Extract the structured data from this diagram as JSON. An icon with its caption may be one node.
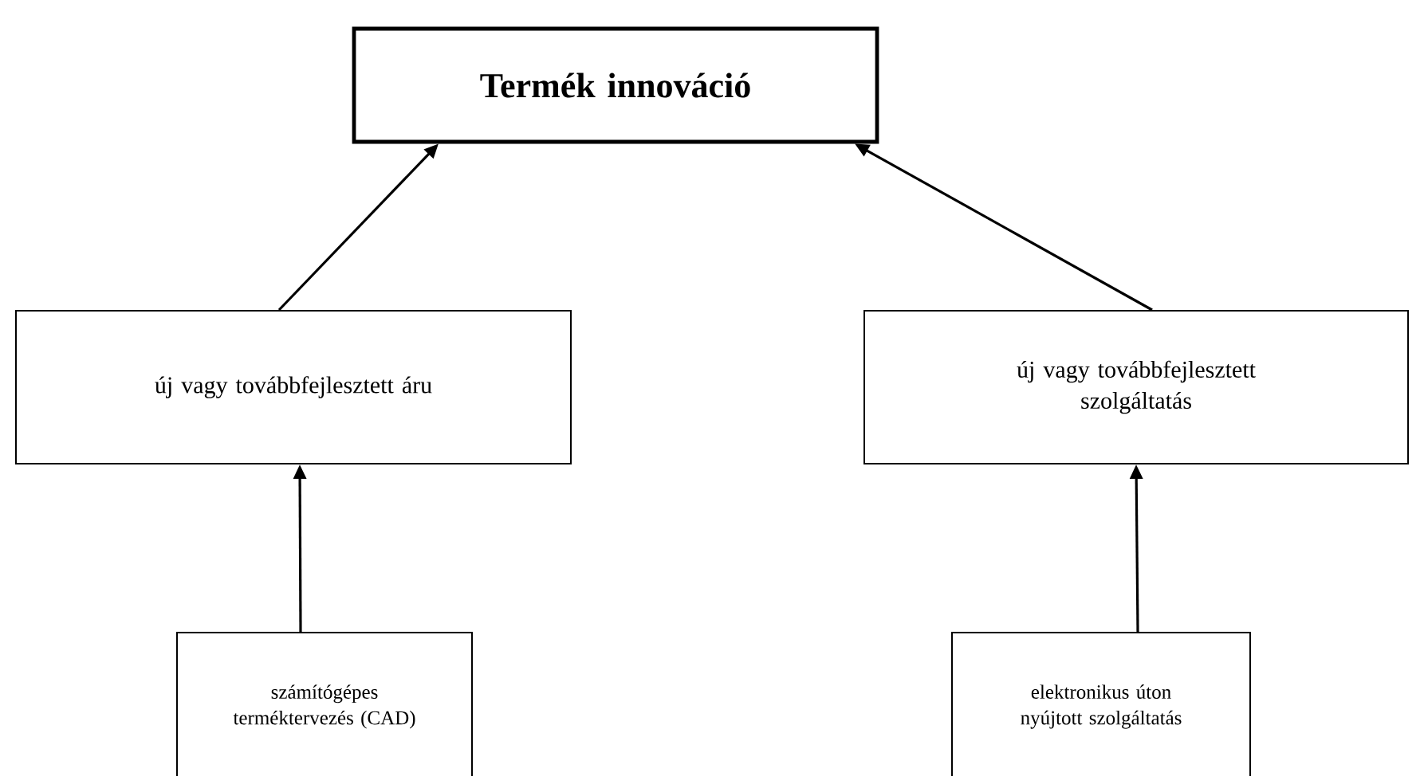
{
  "diagram": {
    "nodes": [
      {
        "text": [
          "Termék innováció"
        ]
      },
      {
        "text": [
          "új vagy továbbfejlesztett áru"
        ]
      },
      {
        "text": [
          "új vagy továbbfejlesztett szolgáltatás"
        ]
      },
      {
        "text": [
          "számítógépes terméktervezés (CAD)"
        ]
      },
      {
        "text": [
          "elektronikus úton nyújtott szolgáltatás"
        ]
      }
    ],
    "edges": [
      {
        "from": 1,
        "to": 0,
        "arrow": "to"
      },
      {
        "from": 2,
        "to": 0,
        "arrow": "to"
      },
      {
        "from": 3,
        "to": 1,
        "arrow": "to"
      },
      {
        "from": 4,
        "to": 2,
        "arrow": "to"
      }
    ]
  }
}
